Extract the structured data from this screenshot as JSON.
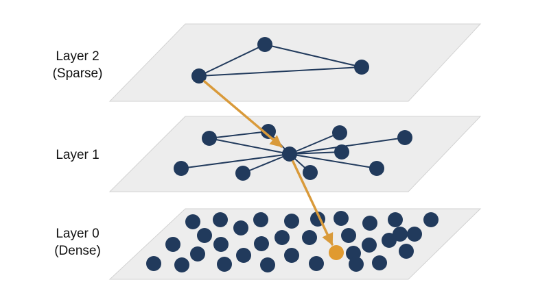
{
  "colors": {
    "plane_fill": "#ededed",
    "plane_stroke": "#d2d2d2",
    "node": "#213a5c",
    "edge": "#213a5c",
    "path": "#d99a3a",
    "target": "#e09a30"
  },
  "layers": [
    {
      "name": "Layer 2",
      "subtitle": "(Sparse)"
    },
    {
      "name": "Layer 1",
      "subtitle": ""
    },
    {
      "name": "Layer 0",
      "subtitle": "(Dense)"
    }
  ]
}
